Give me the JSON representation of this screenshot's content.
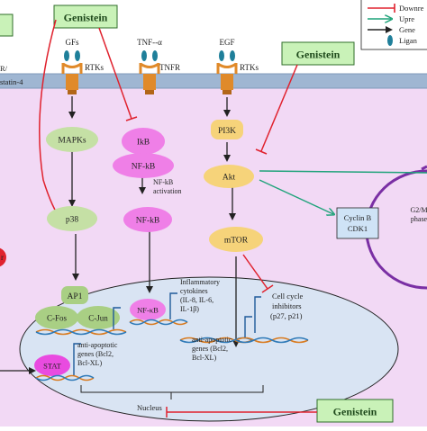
{
  "colors": {
    "cytoplasm": "#f2d9f5",
    "membrane": "#9fb6d2",
    "nucleus": "#d9e4f3",
    "genistein_box": "#c9f2b8",
    "genistein_border": "#2f6d2a",
    "inhibit": "#e0222e",
    "upregulate": "#1fa37a",
    "arrow": "#222222",
    "mapk_node": "#c5e0a5",
    "nfkb_node": "#ef7fe7",
    "pi3k_node": "#f6d37a",
    "stat_node": "#e94be0",
    "ap1_node": "#a9cf84",
    "cyclin_box": "#cfe3f6",
    "cell_cycle_ring": "#7a2fa4"
  },
  "legend": {
    "downregulate": "Downre",
    "upregulate": "Upre",
    "gene": "Gene",
    "ligand": "Ligan"
  },
  "genistein_labels": [
    "Genistein",
    "Genistein",
    "Genistein"
  ],
  "membrane_label": [
    "R/",
    "statin-4"
  ],
  "receptors": {
    "gf_ligand": "GFs",
    "gf_receptor": "RTKs",
    "tnf_ligand": "TNF--α",
    "tnf_receptor": "TNFR",
    "egf_ligand": "EGF",
    "egf_receptor": "RTKs"
  },
  "nodes": {
    "mapks": "MAPKs",
    "p38": "p38",
    "ikb": "IkB",
    "nfkb_complex": "NF-kB",
    "nfkb_activation": [
      "NF-kB",
      "activation"
    ],
    "nfkb": "NF-kB",
    "pi3k": "PI3K",
    "akt": "Akt",
    "mtor": "mTOR",
    "cyclin": [
      "Cyclin B",
      "CDK1"
    ],
    "phase": [
      "G2/M",
      "phase"
    ],
    "ap1": "AP1",
    "cfos": "C-Fos",
    "cjun": "C-Jun",
    "nfkb_nuclear": "NF-κB",
    "stat": "STAT"
  },
  "gene_texts": {
    "inflammatory": [
      "Inflammatory",
      "cytokines",
      "(IL-8,  IL-6,",
      "IL-1β)"
    ],
    "cell_cycle": [
      "Cell cycle",
      "inhibitors",
      "(p27, p21)"
    ],
    "anti_apoptotic_left": [
      "anti-apoptotic",
      "genes (Bcl2,",
      "Bcl-XL)"
    ],
    "anti_apoptotic_mid": [
      "anti-apoptotic",
      "genes (Bcl2,",
      "Bcl-XL)"
    ]
  },
  "nucleus_label": "Nucleus",
  "partial_left_node": "r"
}
